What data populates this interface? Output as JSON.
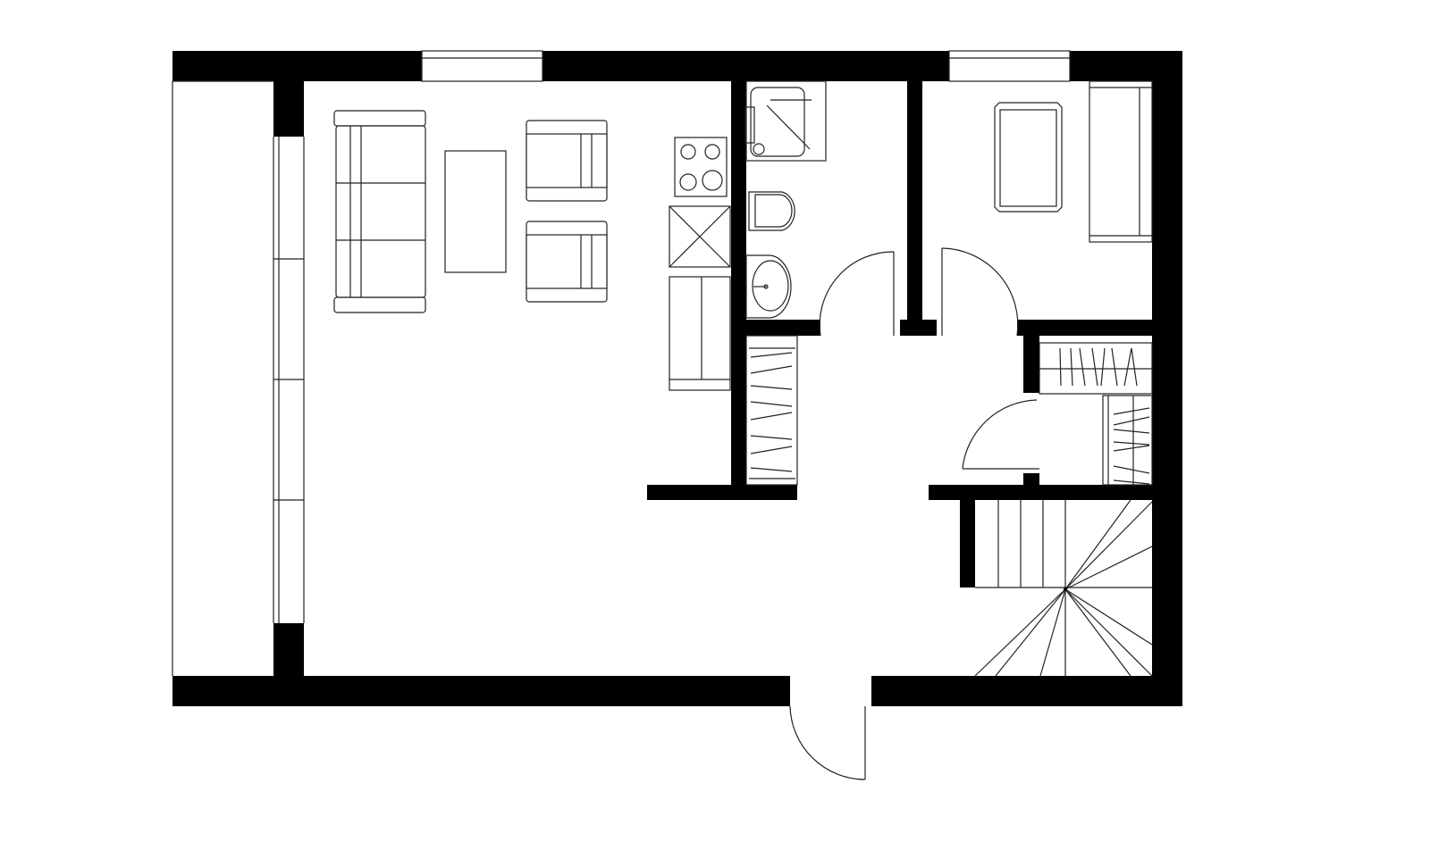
{
  "plan": {
    "wall_color": "#000000",
    "line_color": "#222222",
    "background": "#ffffff",
    "rooms": [
      "living-kitchen",
      "bathroom",
      "bedroom",
      "closet",
      "hall",
      "staircase"
    ],
    "doors": 4,
    "windows": 3
  }
}
